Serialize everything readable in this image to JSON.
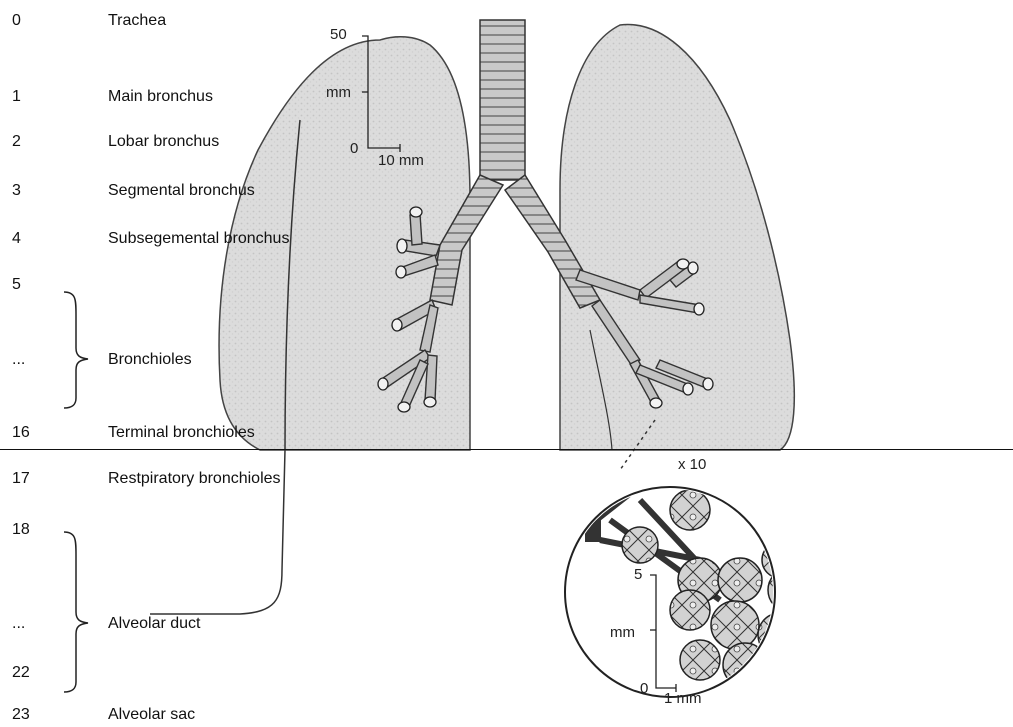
{
  "rows": [
    {
      "gen": "0",
      "label": "Trachea"
    },
    {
      "gen": "1",
      "label": "Main bronchus"
    },
    {
      "gen": "2",
      "label": "Lobar bronchus"
    },
    {
      "gen": "3",
      "label": "Segmental bronchus"
    },
    {
      "gen": "4",
      "label": "Subsegemental bronchus"
    },
    {
      "gen": "5",
      "label": ""
    },
    {
      "gen": "...",
      "label": "Bronchioles"
    },
    {
      "gen": "16",
      "label": "Terminal bronchioles"
    },
    {
      "gen": "17",
      "label": "Restpiratory bronchioles"
    },
    {
      "gen": "18",
      "label": ""
    },
    {
      "gen": "...",
      "label": "Alveolar duct"
    },
    {
      "gen": "22",
      "label": ""
    },
    {
      "gen": "23",
      "label": "Alveolar sac"
    }
  ],
  "lung_scale": {
    "top": "50",
    "unit": "mm",
    "bottom": "0",
    "width": "10 mm"
  },
  "inset": {
    "magnification": "x 10",
    "top": "5",
    "unit": "mm",
    "bottom": "0",
    "width": "1 mm"
  },
  "colors": {
    "lung_fill": "#d9d9d9",
    "airway_fill": "#bdbdbd",
    "line": "#222222"
  }
}
